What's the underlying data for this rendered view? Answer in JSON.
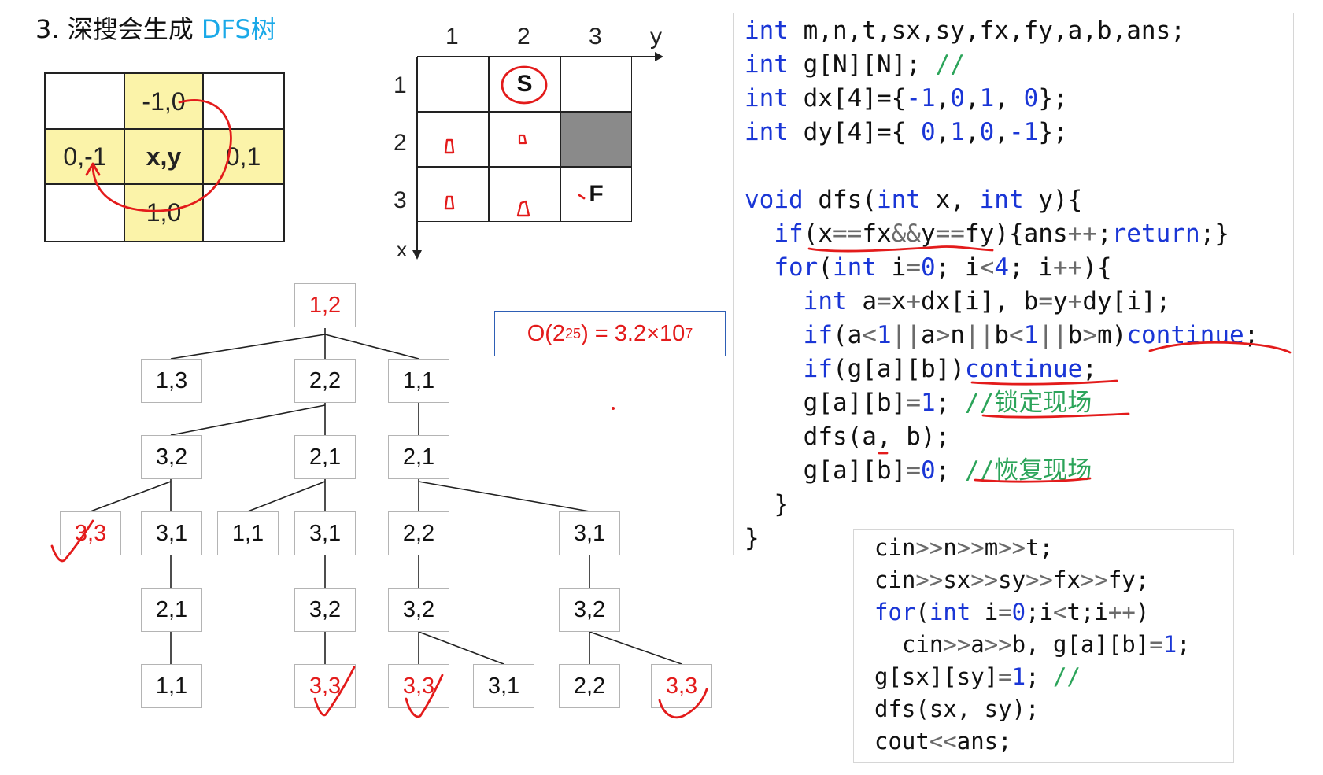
{
  "title": {
    "prefix": "3. 深搜会生成 ",
    "accent": "DFS树"
  },
  "neighbor_grid": {
    "up": "-1,0",
    "left": "0,-1",
    "center": "x,y",
    "right": "0,1",
    "down": "1,0"
  },
  "maze": {
    "col_labels": [
      "1",
      "2",
      "3"
    ],
    "col_axis": "y",
    "row_labels": [
      "1",
      "2",
      "3"
    ],
    "row_axis": "x",
    "start_label": "S",
    "finish_label": "F"
  },
  "complexity": {
    "base": "O(2",
    "exp": "25",
    "mid": ") = 3.2×10",
    "exp2": "7"
  },
  "tree": {
    "root": "1,2",
    "level1": [
      "1,3",
      "2,2",
      "1,1"
    ],
    "level2": [
      "3,2",
      "2,1",
      "2,1"
    ],
    "level3": [
      "3,3",
      "3,1",
      "1,1",
      "3,1",
      "2,2",
      "3,1"
    ],
    "level4": [
      "2,1",
      "3,2",
      "3,2",
      "3,2"
    ],
    "level5": [
      "1,1",
      "3,3",
      "3,3",
      "3,1",
      "2,2",
      "3,3"
    ]
  },
  "code_main": [
    [
      [
        "kw",
        "int"
      ],
      [
        "tx",
        " m,n,t,sx,sy,fx,fy,a,b,ans;"
      ]
    ],
    [
      [
        "kw",
        "int"
      ],
      [
        "tx",
        " g[N][N]; "
      ],
      [
        "cm",
        "//"
      ]
    ],
    [
      [
        "kw",
        "int"
      ],
      [
        "tx",
        " dx[4]={"
      ],
      [
        "num",
        "-1"
      ],
      [
        "tx",
        ","
      ],
      [
        "num",
        "0"
      ],
      [
        "tx",
        ","
      ],
      [
        "num",
        "1"
      ],
      [
        "tx",
        ", "
      ],
      [
        "num",
        "0"
      ],
      [
        "tx",
        "};"
      ]
    ],
    [
      [
        "kw",
        "int"
      ],
      [
        "tx",
        " dy[4]={ "
      ],
      [
        "num",
        "0"
      ],
      [
        "tx",
        ","
      ],
      [
        "num",
        "1"
      ],
      [
        "tx",
        ","
      ],
      [
        "num",
        "0"
      ],
      [
        "tx",
        ","
      ],
      [
        "num",
        "-1"
      ],
      [
        "tx",
        "};"
      ]
    ],
    [
      [
        "tx",
        ""
      ]
    ],
    [
      [
        "kw",
        "void"
      ],
      [
        "tx",
        " dfs("
      ],
      [
        "kw",
        "int"
      ],
      [
        "tx",
        " x, "
      ],
      [
        "kw",
        "int"
      ],
      [
        "tx",
        " y){"
      ]
    ],
    [
      [
        "tx",
        "  "
      ],
      [
        "kw",
        "if"
      ],
      [
        "tx",
        "(x"
      ],
      [
        "op",
        "=="
      ],
      [
        "tx",
        "fx"
      ],
      [
        "op",
        "&&"
      ],
      [
        "tx",
        "y"
      ],
      [
        "op",
        "=="
      ],
      [
        "tx",
        "fy){ans"
      ],
      [
        "op",
        "++"
      ],
      [
        "tx",
        ";"
      ],
      [
        "kw",
        "return"
      ],
      [
        "tx",
        ";}"
      ]
    ],
    [
      [
        "tx",
        "  "
      ],
      [
        "kw",
        "for"
      ],
      [
        "tx",
        "("
      ],
      [
        "kw",
        "int"
      ],
      [
        "tx",
        " i"
      ],
      [
        "op",
        "="
      ],
      [
        "num",
        "0"
      ],
      [
        "tx",
        "; i"
      ],
      [
        "op",
        "<"
      ],
      [
        "num",
        "4"
      ],
      [
        "tx",
        "; i"
      ],
      [
        "op",
        "++"
      ],
      [
        "tx",
        "){"
      ]
    ],
    [
      [
        "tx",
        "    "
      ],
      [
        "kw",
        "int"
      ],
      [
        "tx",
        " a"
      ],
      [
        "op",
        "="
      ],
      [
        "tx",
        "x"
      ],
      [
        "op",
        "+"
      ],
      [
        "tx",
        "dx[i], b"
      ],
      [
        "op",
        "="
      ],
      [
        "tx",
        "y"
      ],
      [
        "op",
        "+"
      ],
      [
        "tx",
        "dy[i];"
      ]
    ],
    [
      [
        "tx",
        "    "
      ],
      [
        "kw",
        "if"
      ],
      [
        "tx",
        "(a"
      ],
      [
        "op",
        "<"
      ],
      [
        "num",
        "1"
      ],
      [
        "op",
        "||"
      ],
      [
        "tx",
        "a"
      ],
      [
        "op",
        ">"
      ],
      [
        "tx",
        "n"
      ],
      [
        "op",
        "||"
      ],
      [
        "tx",
        "b"
      ],
      [
        "op",
        "<"
      ],
      [
        "num",
        "1"
      ],
      [
        "op",
        "||"
      ],
      [
        "tx",
        "b"
      ],
      [
        "op",
        ">"
      ],
      [
        "tx",
        "m)"
      ],
      [
        "kw",
        "continue"
      ],
      [
        "tx",
        ";"
      ]
    ],
    [
      [
        "tx",
        "    "
      ],
      [
        "kw",
        "if"
      ],
      [
        "tx",
        "(g[a][b])"
      ],
      [
        "kw",
        "continue"
      ],
      [
        "tx",
        ";"
      ]
    ],
    [
      [
        "tx",
        "    g[a][b]"
      ],
      [
        "op",
        "="
      ],
      [
        "num",
        "1"
      ],
      [
        "tx",
        "; "
      ],
      [
        "cm",
        "//锁定现场"
      ]
    ],
    [
      [
        "tx",
        "    dfs(a, b);"
      ]
    ],
    [
      [
        "tx",
        "    g[a][b]"
      ],
      [
        "op",
        "="
      ],
      [
        "num",
        "0"
      ],
      [
        "tx",
        "; "
      ],
      [
        "cm",
        "//恢复现场"
      ]
    ],
    [
      [
        "tx",
        "  }"
      ]
    ],
    [
      [
        "tx",
        "}"
      ]
    ]
  ],
  "code_side": [
    [
      [
        "tx",
        "cin"
      ],
      [
        "op",
        ">>"
      ],
      [
        "tx",
        "n"
      ],
      [
        "op",
        ">>"
      ],
      [
        "tx",
        "m"
      ],
      [
        "op",
        ">>"
      ],
      [
        "tx",
        "t;"
      ]
    ],
    [
      [
        "tx",
        "cin"
      ],
      [
        "op",
        ">>"
      ],
      [
        "tx",
        "sx"
      ],
      [
        "op",
        ">>"
      ],
      [
        "tx",
        "sy"
      ],
      [
        "op",
        ">>"
      ],
      [
        "tx",
        "fx"
      ],
      [
        "op",
        ">>"
      ],
      [
        "tx",
        "fy;"
      ]
    ],
    [
      [
        "kw",
        "for"
      ],
      [
        "tx",
        "("
      ],
      [
        "kw",
        "int"
      ],
      [
        "tx",
        " i"
      ],
      [
        "op",
        "="
      ],
      [
        "num",
        "0"
      ],
      [
        "tx",
        ";i"
      ],
      [
        "op",
        "<"
      ],
      [
        "tx",
        "t;i"
      ],
      [
        "op",
        "++"
      ],
      [
        "tx",
        ")"
      ]
    ],
    [
      [
        "tx",
        "  cin"
      ],
      [
        "op",
        ">>"
      ],
      [
        "tx",
        "a"
      ],
      [
        "op",
        ">>"
      ],
      [
        "tx",
        "b, g[a][b]"
      ],
      [
        "op",
        "="
      ],
      [
        "num",
        "1"
      ],
      [
        "tx",
        ";"
      ]
    ],
    [
      [
        "tx",
        "g[sx][sy]"
      ],
      [
        "op",
        "="
      ],
      [
        "num",
        "1"
      ],
      [
        "tx",
        "; "
      ],
      [
        "cm",
        "//"
      ]
    ],
    [
      [
        "tx",
        "dfs(sx, sy);"
      ]
    ],
    [
      [
        "tx",
        "cout"
      ],
      [
        "op",
        "<<"
      ],
      [
        "tx",
        "ans;"
      ]
    ]
  ]
}
